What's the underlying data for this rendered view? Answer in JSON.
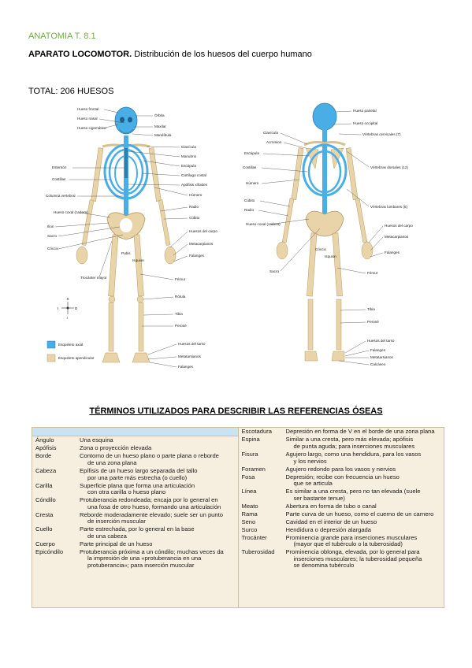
{
  "header": {
    "course": "ANATOMIA T.  8.1"
  },
  "subtitle": {
    "bold": "APARATO LOCOMOTOR.",
    "rest": " Distribución de los huesos del cuerpo humano"
  },
  "total": "TOTAL: 206 HUESOS",
  "figure": {
    "colors": {
      "axial": "#4aaee6",
      "appendicular": "#e8d4a8"
    },
    "anterior_labels": {
      "left": [
        "Esternón",
        "Costillas",
        "Columna vertebral",
        "Hueso coxal (cadera)",
        "Ilion",
        "Sacro",
        "Cóccix",
        "Trocánter mayor"
      ],
      "right": [
        "Hueso frontal",
        "Hueso nasal",
        "Hueso cigomático",
        "Órbita",
        "Maxilar",
        "Mandíbula",
        "Clavícula",
        "Manubrio",
        "Escápula",
        "Cartílago costal",
        "Apófisis xifoides",
        "Húmero",
        "Radio",
        "Cúbito",
        "Huesos del carpo",
        "Metacarpianos",
        "Falanges",
        "Fémur",
        "Rótula",
        "Tibia",
        "Peroné",
        "Huesos del tarso",
        "Metatarsianos",
        "Falanges"
      ],
      "bottom": [
        "Pubis",
        "Isquion"
      ]
    },
    "posterior_labels": {
      "left": [
        "Clavícula",
        "Acromion",
        "Escápula",
        "Costillas",
        "Húmero",
        "Cúbito",
        "Radio",
        "Hueso coxal (cadera)",
        "Sacro"
      ],
      "right": [
        "Hueso parietal",
        "Hueso occipital",
        "Vértebras cervicales (7)",
        "Vértebras dorsales (12)",
        "Vértebras lumbares (5)",
        "Huesos del carpo",
        "Metacarpianos",
        "Falanges",
        "Fémur",
        "Tibia",
        "Peroné",
        "Huesos del tarso",
        "Falanges",
        "Metatarsianos",
        "Calcáneo"
      ],
      "bottom": [
        "Cóccix",
        "Isquion"
      ]
    },
    "legend": [
      "Esqueleto axial",
      "Esqueleto apendicular"
    ],
    "compass": [
      "S",
      "D",
      "I",
      "I"
    ]
  },
  "table": {
    "title": "TÉRMINOS UTILIZADOS PARA DESCRIBIR LAS REFERENCIAS ÓSEAS",
    "left": [
      {
        "term": "Ángulo",
        "lines": [
          "Una esquina"
        ]
      },
      {
        "term": "Apófisis",
        "lines": [
          "Zona o proyección elevada"
        ]
      },
      {
        "term": "Borde",
        "lines": [
          "Contorno de un hueso plano o parte plana o reborde",
          "de una zona plana"
        ]
      },
      {
        "term": "Cabeza",
        "lines": [
          "Epífisis de un hueso largo separada del tallo",
          "por una parte más estrecha (o cuello)"
        ]
      },
      {
        "term": "Carilla",
        "lines": [
          "Superficie plana que forma una articulación",
          "con otra carilla o hueso plano"
        ]
      },
      {
        "term": "Cóndilo",
        "lines": [
          "Protuberancia redondeada; encaja por lo general en",
          "una fosa de otro hueso, formando una articulación"
        ]
      },
      {
        "term": "Cresta",
        "lines": [
          "Reborde moderadamente elevado; suele ser un punto",
          "de inserción muscular"
        ]
      },
      {
        "term": "Cuello",
        "lines": [
          "Parte estrechada, por lo general en la base",
          "de una cabeza"
        ]
      },
      {
        "term": "Cuerpo",
        "lines": [
          "Parte principal de un hueso"
        ]
      },
      {
        "term": "Epicóndilo",
        "lines": [
          "Protuberancia próxima a un cóndilo; muchas veces da",
          "la impresión de una «protuberancia en una",
          "protuberancia»; para inserción muscular"
        ]
      }
    ],
    "right": [
      {
        "term": "Escotadura",
        "lines": [
          "Depresión en forma de V en el borde de una zona plana"
        ]
      },
      {
        "term": "Espina",
        "lines": [
          "Similar a una cresta, pero más elevada; apófisis",
          "de punta aguda; para inserciones musculares"
        ]
      },
      {
        "term": "Fisura",
        "lines": [
          "Agujero largo, como una hendidura, para los vasos",
          "y los nervios"
        ]
      },
      {
        "term": "Foramen",
        "lines": [
          "Agujero redondo para los vasos y nervios"
        ]
      },
      {
        "term": "Fosa",
        "lines": [
          "Depresión; recibe con frecuencia un hueso",
          "que se articula"
        ]
      },
      {
        "term": "Línea",
        "lines": [
          "Es similar a una cresta, pero no tan elevada (suele",
          "ser bastante tenue)"
        ]
      },
      {
        "term": "Meato",
        "lines": [
          "Abertura en forma de tubo o canal"
        ]
      },
      {
        "term": "Rama",
        "lines": [
          "Parte curva de un hueso, como el cuerno de un carnero"
        ]
      },
      {
        "term": "Seno",
        "lines": [
          "Cavidad en el interior de un hueso"
        ]
      },
      {
        "term": "Surco",
        "lines": [
          "Hendidura o depresión alargada"
        ]
      },
      {
        "term": "Trocánter",
        "lines": [
          "Prominencia grande para inserciones musculares",
          "(mayor que el tubérculo o la tuberosidad)"
        ]
      },
      {
        "term": "Tuberosidad",
        "lines": [
          "Prominencia oblonga, elevada, por lo general para",
          "inserciones musculares; la tuberosidad pequeña",
          "se denomina tubérculo"
        ]
      }
    ]
  }
}
